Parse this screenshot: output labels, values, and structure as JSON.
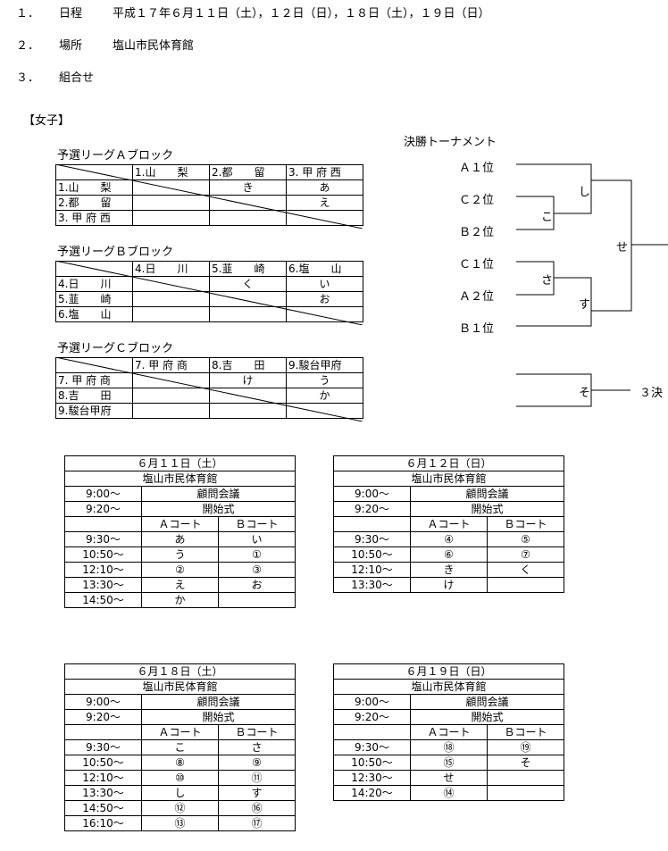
{
  "header": {
    "items": [
      {
        "num": "１．",
        "label": "日程",
        "value": "平成１７年６月１１日（土），１２日（日），１８日（土），１９日（日）"
      },
      {
        "num": "２．",
        "label": "場所",
        "value": "塩山市民体育館"
      },
      {
        "num": "３．",
        "label": "組合せ",
        "value": ""
      }
    ],
    "section": "【女子】"
  },
  "leagues": [
    {
      "title": "予選リーグＡブロック",
      "cols": [
        "1.山　　梨",
        "2.都　　留",
        "3. 甲 府 西"
      ],
      "rows": [
        {
          "name": "1.山　　梨",
          "cells": [
            "",
            "き",
            "あ"
          ]
        },
        {
          "name": "2.都　　留",
          "cells": [
            "",
            "",
            "え"
          ]
        },
        {
          "name": "3. 甲 府 西",
          "cells": [
            "",
            "",
            ""
          ]
        }
      ]
    },
    {
      "title": "予選リーグＢブロック",
      "cols": [
        "4.日　　川",
        "5.韮　　崎",
        "6.塩　　山"
      ],
      "rows": [
        {
          "name": "4.日　　川",
          "cells": [
            "",
            "く",
            "い"
          ]
        },
        {
          "name": "5.韮　　崎",
          "cells": [
            "",
            "",
            "お"
          ]
        },
        {
          "name": "6.塩　　山",
          "cells": [
            "",
            "",
            ""
          ]
        }
      ]
    },
    {
      "title": "予選リーグＣブロック",
      "cols": [
        "7. 甲 府 商",
        "8.吉　　田",
        "9.駿台甲府"
      ],
      "rows": [
        {
          "name": "7. 甲 府 商",
          "cells": [
            "",
            "け",
            "う"
          ]
        },
        {
          "name": "8.吉　　田",
          "cells": [
            "",
            "",
            "か"
          ]
        },
        {
          "name": "9.駿台甲府",
          "cells": [
            "",
            "",
            ""
          ]
        }
      ]
    }
  ],
  "bracket": {
    "title": "決勝トーナメント",
    "seeds": [
      "Ａ１位",
      "Ｃ２位",
      "Ｂ２位",
      "Ｃ１位",
      "Ａ２位",
      "Ｂ１位"
    ],
    "matches": {
      "shi": "し",
      "ko": "こ",
      "se": "せ",
      "sa": "さ",
      "su": "す",
      "so": "そ"
    },
    "third": "３決"
  },
  "schedules": [
    {
      "date": "６月１１日（土）",
      "venue": "塩山市民体育館",
      "pre": [
        {
          "time": "9:00～",
          "event": "顧問会議"
        },
        {
          "time": "9:20～",
          "event": "開始式"
        }
      ],
      "court_a": "Ａコート",
      "court_b": "Ｂコート",
      "rows": [
        {
          "time": "9:30～",
          "a": "あ",
          "b": "い"
        },
        {
          "time": "10:50～",
          "a": "う",
          "b": "①"
        },
        {
          "time": "12:10～",
          "a": "②",
          "b": "③"
        },
        {
          "time": "13:30～",
          "a": "え",
          "b": "お"
        },
        {
          "time": "14:50～",
          "a": "か",
          "b": ""
        }
      ]
    },
    {
      "date": "６月１２日（日）",
      "venue": "塩山市民体育館",
      "pre": [
        {
          "time": "9:00～",
          "event": "顧問会議"
        },
        {
          "time": "9:20～",
          "event": "開始式"
        }
      ],
      "court_a": "Ａコート",
      "court_b": "Ｂコート",
      "rows": [
        {
          "time": "9:30～",
          "a": "④",
          "b": "⑤"
        },
        {
          "time": "10:50～",
          "a": "⑥",
          "b": "⑦"
        },
        {
          "time": "12:10～",
          "a": "き",
          "b": "く"
        },
        {
          "time": "13:30～",
          "a": "け",
          "b": ""
        }
      ]
    },
    {
      "date": "６月１８日（土）",
      "venue": "塩山市民体育館",
      "pre": [
        {
          "time": "9:00～",
          "event": "顧問会議"
        },
        {
          "time": "9:20～",
          "event": "開始式"
        }
      ],
      "court_a": "Ａコート",
      "court_b": "Ｂコート",
      "rows": [
        {
          "time": "9:30～",
          "a": "こ",
          "b": "さ"
        },
        {
          "time": "10:50～",
          "a": "⑧",
          "b": "⑨"
        },
        {
          "time": "12:10～",
          "a": "⑩",
          "b": "⑪"
        },
        {
          "time": "13:30～",
          "a": "し",
          "b": "す"
        },
        {
          "time": "14:50～",
          "a": "⑫",
          "b": "⑯"
        },
        {
          "time": "16:10～",
          "a": "⑬",
          "b": "⑰"
        }
      ]
    },
    {
      "date": "６月１９日（日）",
      "venue": "塩山市民体育館",
      "pre": [
        {
          "time": "9:00～",
          "event": "顧問会議"
        },
        {
          "time": "9:20～",
          "event": "開始式"
        }
      ],
      "court_a": "Ａコート",
      "court_b": "Ｂコート",
      "rows": [
        {
          "time": "9:30～",
          "a": "⑱",
          "b": "⑲"
        },
        {
          "time": "10:50～",
          "a": "⑮",
          "b": "そ"
        },
        {
          "time": "12:30～",
          "a": "せ",
          "b": ""
        },
        {
          "time": "14:20～",
          "a": "⑭",
          "b": ""
        }
      ]
    }
  ]
}
